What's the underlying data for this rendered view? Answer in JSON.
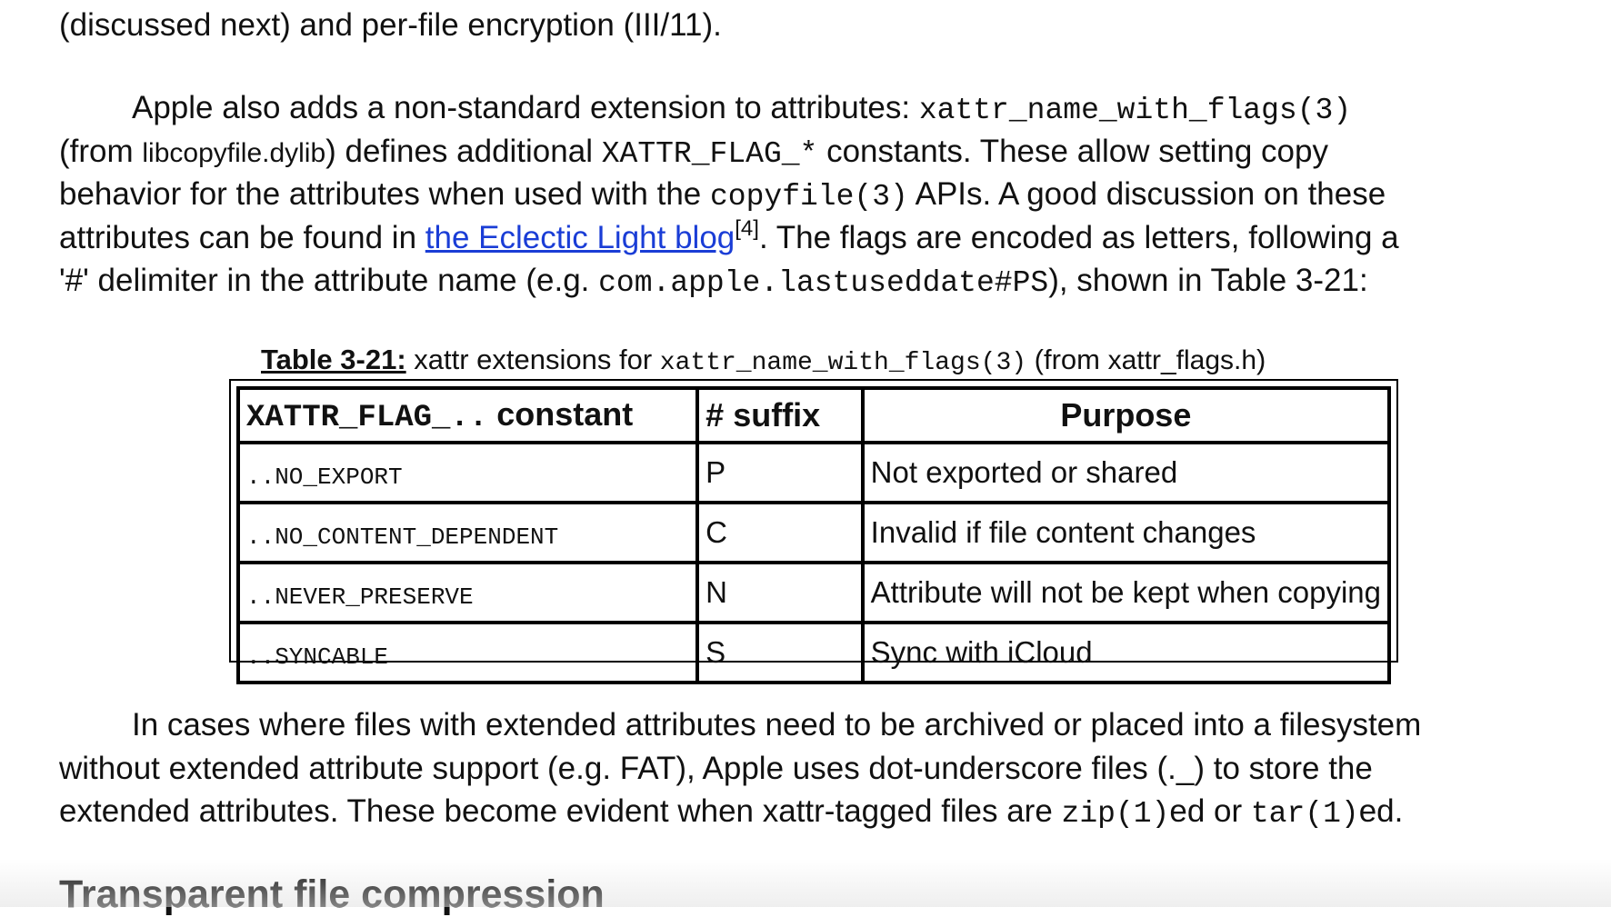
{
  "intro": {
    "line0": "(discussed next) and per-file encryption (III/11)."
  },
  "para1": {
    "l1_text": "Apple also adds a non-standard extension to attributes: ",
    "l1_code": "xattr_name_with_flags(3)",
    "l2_a": "(from ",
    "l2_lib": "libcopyfile.dylib",
    "l2_b": ") defines additional ",
    "l2_code": "XATTR_FLAG_*",
    "l2_c": " constants. These allow setting copy",
    "l3_a": "behavior for the attributes when used with the ",
    "l3_code": "copyfile(3)",
    "l3_b": " APIs. A good discussion on these",
    "l4_a": "attributes can be found in ",
    "l4_link": "the Eclectic Light blog",
    "l4_ref": "[4]",
    "l4_b": ". The flags are encoded as letters, following a",
    "l5_a": "'#' delimiter in the attribute name (e.g. ",
    "l5_code": "com.apple.lastuseddate#PS",
    "l5_b": "), shown in Table 3-21:"
  },
  "table": {
    "caption_label": "Table 3-21:",
    "caption_a": " xattr extensions for ",
    "caption_code": "xattr_name_with_flags(3)",
    "caption_b": " (from ",
    "caption_file": "xattr_flags.h",
    "caption_c": ")",
    "headers": {
      "col1_code": "XATTR_FLAG_..",
      "col1_text": " constant",
      "col2": "# suffix",
      "col3": "Purpose"
    },
    "rows": [
      {
        "constant": "..NO_EXPORT",
        "suffix": "P",
        "purpose": "Not exported or shared"
      },
      {
        "constant": "..NO_CONTENT_DEPENDENT",
        "suffix": "C",
        "purpose": "Invalid if file content changes"
      },
      {
        "constant": "..NEVER_PRESERVE",
        "suffix": "N",
        "purpose": "Attribute will not be kept when copying"
      },
      {
        "constant": "..SYNCABLE",
        "suffix": "S",
        "purpose": "Sync with iCloud"
      }
    ]
  },
  "para2": {
    "l1": "In cases where files with extended attributes need to be archived or placed into a filesystem",
    "l2": "without extended attribute support (e.g. FAT), Apple uses dot-underscore files (._) to store the",
    "l3_a": "extended attributes. These become evident when xattr-tagged files are ",
    "l3_code1": "zip(1)",
    "l3_b": "ed or ",
    "l3_code2": "tar(1)",
    "l3_c": "ed."
  },
  "section": {
    "heading": "Transparent file compression"
  }
}
